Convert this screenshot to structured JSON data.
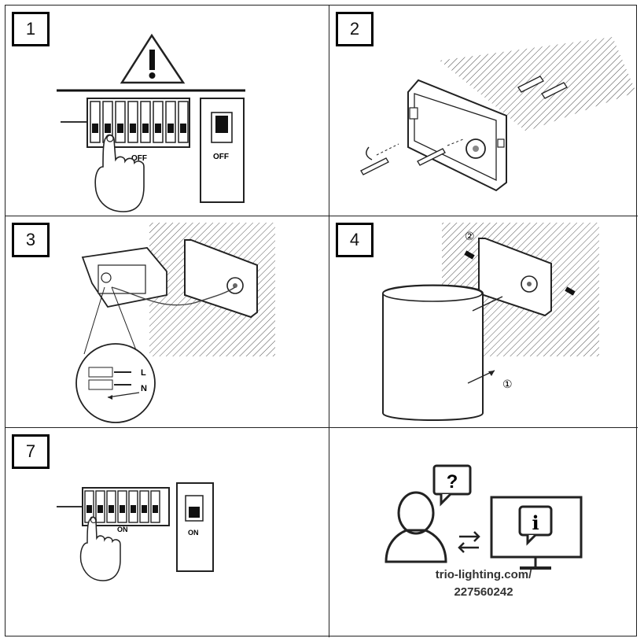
{
  "steps": [
    {
      "number": "1",
      "switch_label": "OFF",
      "breaker_label": "OFF"
    },
    {
      "number": "2"
    },
    {
      "number": "3",
      "terminal_L": "L",
      "terminal_N": "N"
    },
    {
      "number": "4",
      "callout_1": "①",
      "callout_2": "②"
    },
    {
      "number": "7",
      "switch_label": "ON",
      "breaker_label": "ON"
    }
  ],
  "help": {
    "question_glyph": "?",
    "info_glyph": "i",
    "url_line1": "trio-lighting.com/",
    "url_line2": "227560242"
  }
}
